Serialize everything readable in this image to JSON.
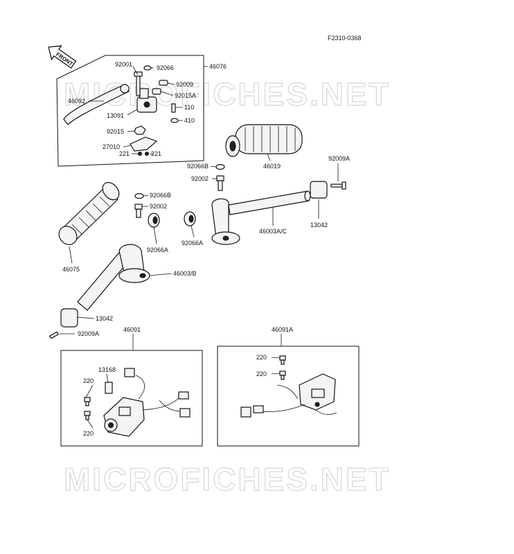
{
  "diagram_code": "F2310-0368",
  "front_label": "FRONT",
  "watermark": "MICROFICHES.NET",
  "labels": {
    "p92001": "92001",
    "p92066": "92066",
    "p46076": "46076",
    "p92009_top": "92009",
    "p92015A": "92015A",
    "p46092": "46092",
    "p13091": "13091",
    "p110": "110",
    "p410": "410",
    "p92015": "92015",
    "p27010": "27010",
    "p221_left": "221",
    "p221_right": "221",
    "p46019": "46019",
    "p92009A_right": "92009A",
    "p92066B_right": "92066B",
    "p92002_right": "92002",
    "p46003AC": "46003A/C",
    "p13042_right": "13042",
    "p92066A_right": "92066A",
    "p92066B_left": "92066B",
    "p92002_left": "92002",
    "p92066A_left": "92066A",
    "p46075": "46075",
    "p46003B": "46003/B",
    "p13042_left": "13042",
    "p92009A_left": "92009A",
    "p46091": "46091",
    "p13168": "13168",
    "p220_a": "220",
    "p220_b": "220",
    "p46091A": "46091A",
    "p220_c": "220",
    "p220_d": "220"
  }
}
